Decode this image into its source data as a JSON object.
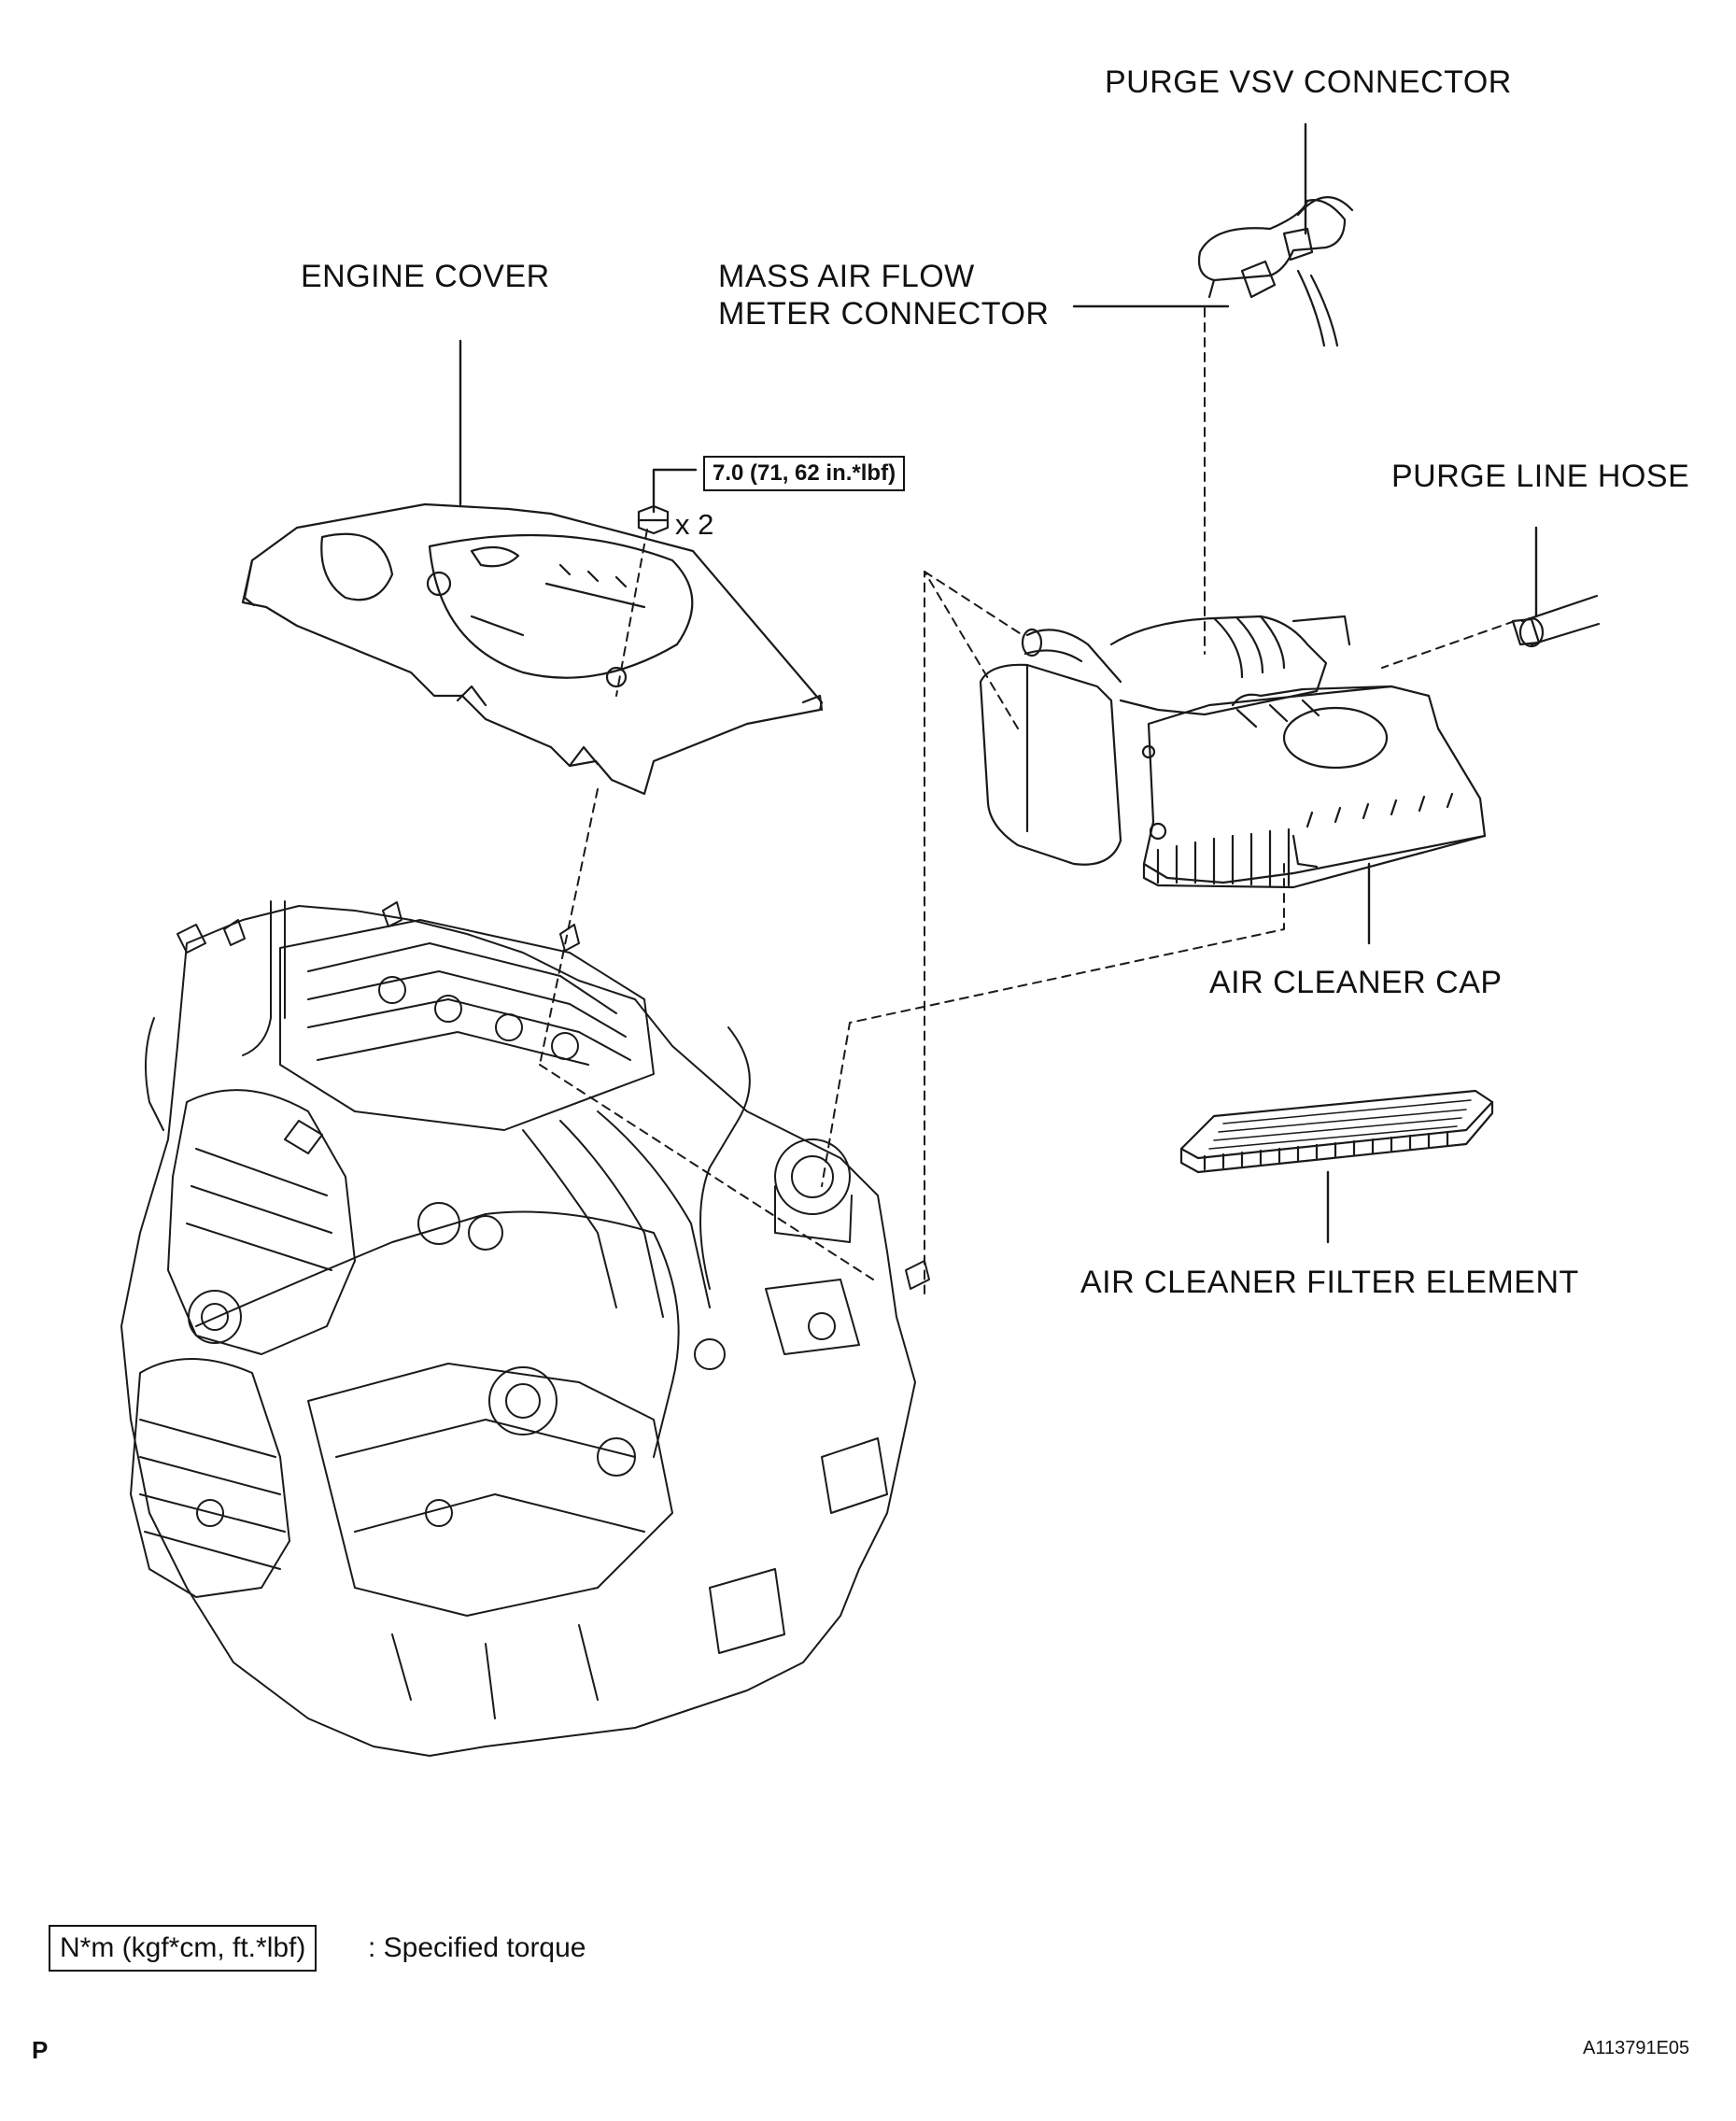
{
  "labels": {
    "purge_vsv_connector": "PURGE VSV CONNECTOR",
    "mass_air_flow_line1": "MASS AIR FLOW",
    "mass_air_flow_line2": "METER CONNECTOR",
    "engine_cover": "ENGINE COVER",
    "purge_line_hose": "PURGE LINE HOSE",
    "air_cleaner_cap": "AIR CLEANER CAP",
    "air_cleaner_filter_element": "AIR CLEANER FILTER ELEMENT"
  },
  "torque": {
    "value": "7.0 (71, 62 in.*lbf)",
    "quantity": "x 2"
  },
  "legend": {
    "box": "N*m (kgf*cm, ft.*lbf)",
    "text": ": Specified torque"
  },
  "footer": {
    "page_letter": "P",
    "figure_code": "A113791E05"
  }
}
